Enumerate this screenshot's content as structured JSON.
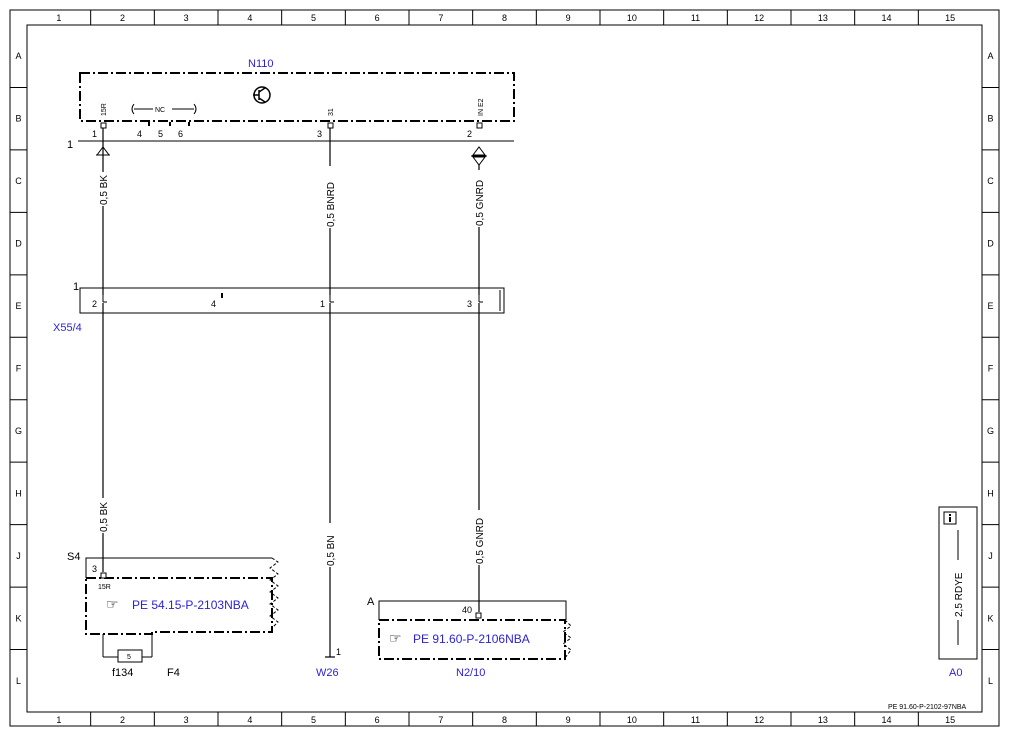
{
  "columns": [
    "1",
    "2",
    "3",
    "4",
    "5",
    "6",
    "7",
    "8",
    "9",
    "10",
    "11",
    "12",
    "13",
    "14",
    "15"
  ],
  "rows": [
    "A",
    "B",
    "C",
    "D",
    "E",
    "F",
    "G",
    "H",
    "J",
    "K",
    "L"
  ],
  "components": {
    "n110": {
      "name": "N110",
      "pin_15r": "15R",
      "pin_31": "31",
      "pin_in_e2": "IN E2",
      "nc_label": "NC",
      "pin_1": "1",
      "pin_4": "4",
      "pin_5": "5",
      "pin_6": "6",
      "pin_3": "3",
      "pin_2": "2",
      "ground_ref": "1"
    },
    "x55_4": {
      "name": "X55/4",
      "ref": "1",
      "pin_2": "2",
      "pin_4": "4",
      "pin_1": "1",
      "pin_3": "3"
    },
    "s4": {
      "name": "S4",
      "pin_3": "3",
      "pin_15r": "15R",
      "ref_doc": "PE 54.15-P-2103NBA"
    },
    "fuse": {
      "number": "5",
      "name": "f134",
      "block": "F4"
    },
    "w26": {
      "name": "W26",
      "pin": "1"
    },
    "n2_10": {
      "name": "N2/10",
      "ref": "A",
      "pin_40": "40",
      "ref_doc": "PE 91.60-P-2106NBA"
    },
    "a0": {
      "name": "A0",
      "wire": "2,5 RDYE",
      "info_icon": "info-icon"
    }
  },
  "wires": {
    "w1_top": "0,5 BK",
    "w1_bottom": "0,5 BK",
    "w2_top": "0,5 BNRD",
    "w2_bottom": "0,5 BN",
    "w3_top": "0,5 GNRD",
    "w3_bottom": "0,5 GNRD"
  },
  "document_id": "PE 91.60-P-2102-97NBA",
  "colors": {
    "line": "#000000",
    "component_label": "#2a1fd6",
    "background": "#ffffff"
  }
}
